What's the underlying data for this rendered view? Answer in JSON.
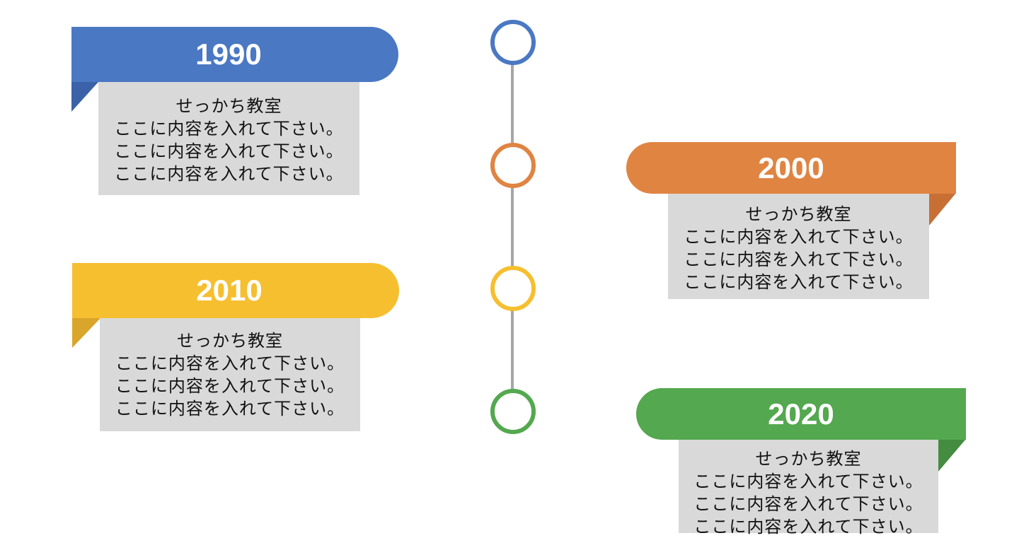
{
  "timeline": {
    "entries": [
      {
        "year": "1990",
        "color": "#4a78c3",
        "fold_color": "#3b62a8",
        "side": "left",
        "title": "せっかち教室",
        "lines": [
          "ここに内容を入れて下さい。",
          "ここに内容を入れて下さい。",
          "ここに内容を入れて下さい。"
        ]
      },
      {
        "year": "2000",
        "color": "#e08442",
        "fold_color": "#c76f35",
        "side": "right",
        "title": "せっかち教室",
        "lines": [
          "ここに内容を入れて下さい。",
          "ここに内容を入れて下さい。",
          "ここに内容を入れて下さい。"
        ]
      },
      {
        "year": "2010",
        "color": "#f6bf30",
        "fold_color": "#d9a52a",
        "side": "left",
        "title": "せっかち教室",
        "lines": [
          "ここに内容を入れて下さい。",
          "ここに内容を入れて下さい。",
          "ここに内容を入れて下さい。"
        ]
      },
      {
        "year": "2020",
        "color": "#54a84f",
        "fold_color": "#448c40",
        "side": "right",
        "title": "せっかち教室",
        "lines": [
          "ここに内容を入れて下さい。",
          "ここに内容を入れて下さい。",
          "ここに内容を入れて下さい。"
        ]
      }
    ],
    "line_color": "#a6a6a6"
  }
}
